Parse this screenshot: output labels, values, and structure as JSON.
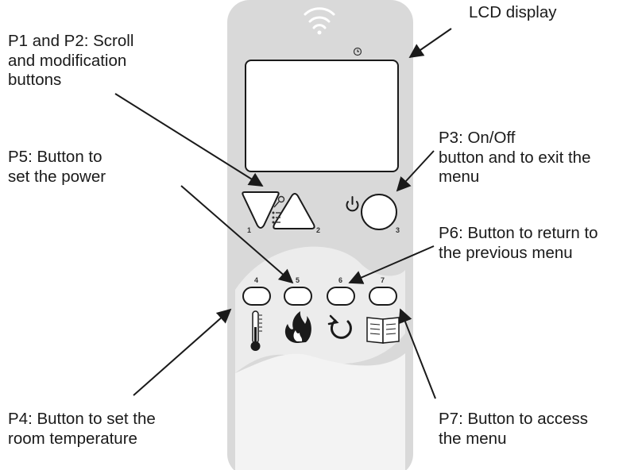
{
  "labels": {
    "lcd": [
      "LCD display"
    ],
    "p1p2": [
      "P1 and P2: Scroll",
      "and modification",
      "buttons"
    ],
    "p5": [
      "P5: Button to",
      "set the power"
    ],
    "p3": [
      "P3: On/Off",
      "button and to exit the",
      "menu"
    ],
    "p6": [
      "P6: Button to return to",
      "the previous menu"
    ],
    "p4": [
      "P4: Button to set the",
      "room temperature"
    ],
    "p7": [
      "P7: Button to access",
      "the menu"
    ]
  },
  "button_numbers": [
    "1",
    "2",
    "3",
    "4",
    "5",
    "6",
    "7"
  ],
  "icons": {
    "wifi": "wifi-icon",
    "clock": "clock-icon",
    "power": "power-icon",
    "settings": "settings-list-icon",
    "thermometer": "thermometer-icon",
    "flame": "flame-icon",
    "back": "return-arrow-icon",
    "menu": "book-icon"
  },
  "colors": {
    "remote_body": "#d9d9d9",
    "remote_light": "#ececec",
    "lcd_fill": "#ffffff",
    "stroke": "#1a1a1a"
  }
}
